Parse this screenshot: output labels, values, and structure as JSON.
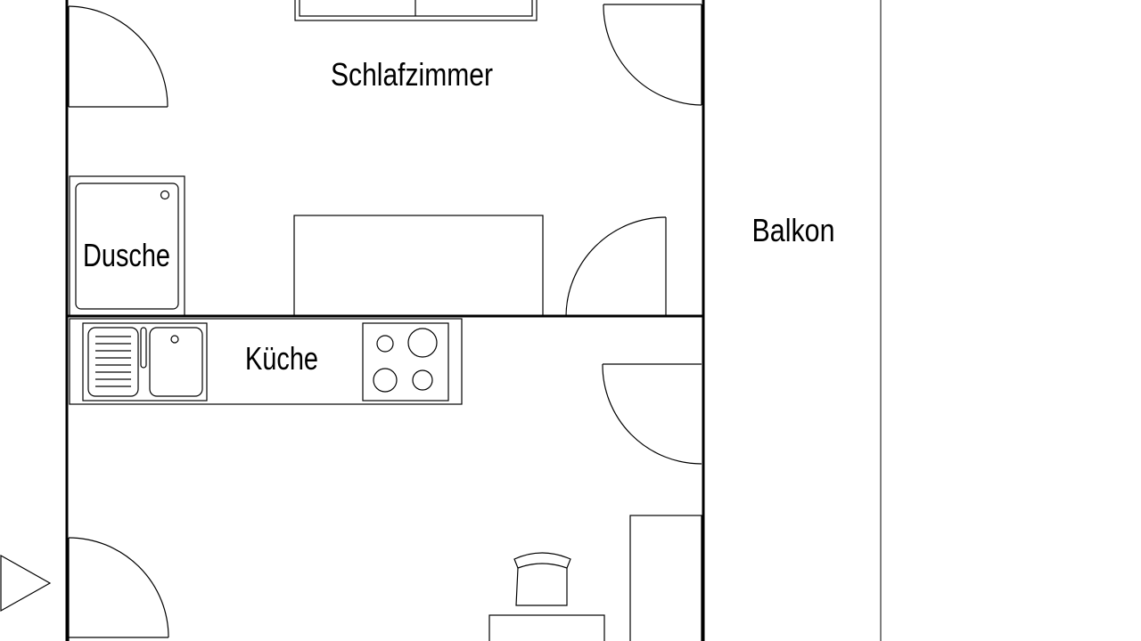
{
  "rooms": {
    "bedroom": "Schlafzimmer",
    "shower": "Dusche",
    "kitchen": "Küche",
    "balcony": "Balkon"
  },
  "colors": {
    "line": "#000000",
    "background": "#ffffff"
  },
  "icons": [
    "door-swing-icon",
    "sink-icon",
    "stove-icon",
    "chair-icon",
    "entrance-arrow-icon"
  ]
}
